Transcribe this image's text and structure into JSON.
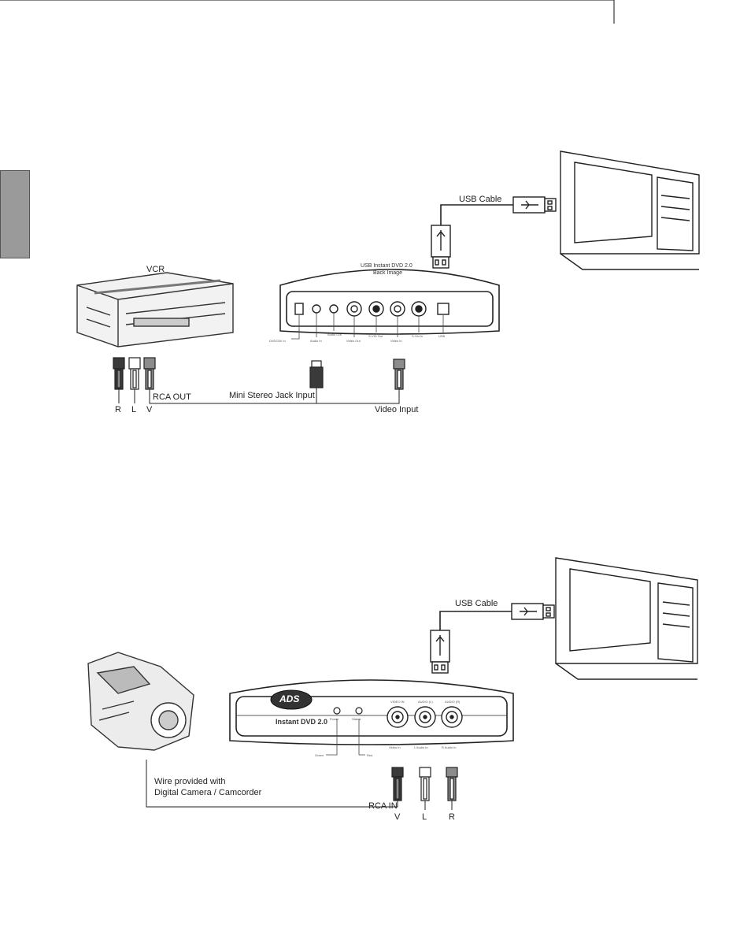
{
  "diagram1": {
    "vcr_label": "VCR",
    "device_label_line1": "USB Instant DVD 2.0",
    "device_label_line2": "Back Image",
    "usb_cable_label": "USB Cable",
    "rca_out_label": "RCA OUT",
    "mini_stereo_label": "Mini Stereo Jack Input",
    "video_input_label": "Video Input",
    "plug_labels": [
      "R",
      "L",
      "V"
    ],
    "port_labels": [
      "DVDC5V In",
      "Audio In",
      "Audio Out",
      "Video Out",
      "S-VID Out",
      "Video In",
      "S-Vid In",
      "USB"
    ]
  },
  "diagram2": {
    "usb_cable_label": "USB Cable",
    "brand_logo": "ADS",
    "product_name": "Instant DVD 2.0",
    "led_labels": [
      "Power",
      "Status"
    ],
    "led_sub_labels": [
      "Green",
      "Red"
    ],
    "port_top_labels": [
      "VIDEO IN",
      "AUDIO (L)",
      "AUDIO (R)"
    ],
    "port_labels": [
      "Video In",
      "L Audio In",
      "R Audio In"
    ],
    "wire_note_line1": "Wire provided with",
    "wire_note_line2": "Digital Camera / Camcorder",
    "rca_in_label": "RCA IN",
    "plug_labels": [
      "V",
      "L",
      "R"
    ]
  },
  "colors": {
    "line": "#222222",
    "tab": "#9a9a9a",
    "plug_dark": "#3a3a3a",
    "plug_mid": "#8c8c8c"
  }
}
